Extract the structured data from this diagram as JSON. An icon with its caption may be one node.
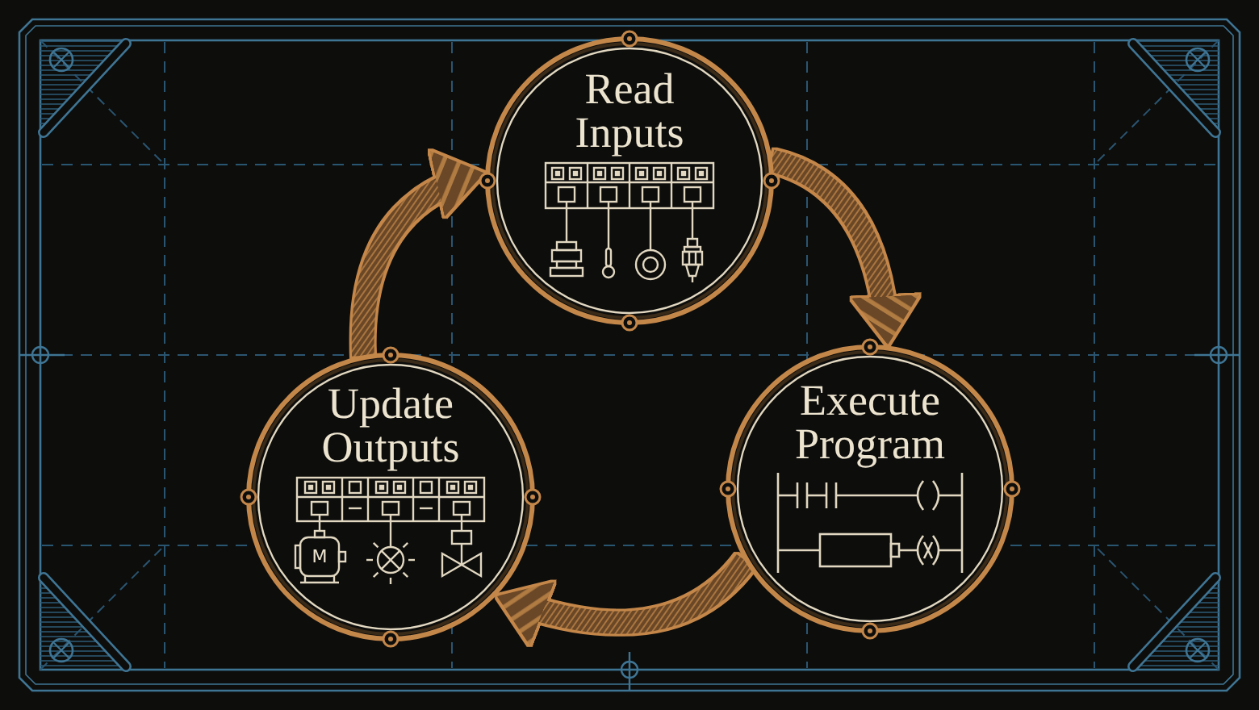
{
  "diagram": {
    "nodes": [
      {
        "text": [
          "Read Inputs"
        ]
      },
      {
        "text": [
          "Update Outputs"
        ]
      },
      {
        "text": [
          "Execute Program"
        ]
      }
    ],
    "edges": [
      {
        "from": 0,
        "to": 2,
        "arrow": "to"
      },
      {
        "from": 2,
        "to": 1,
        "arrow": "to"
      },
      {
        "from": 1,
        "to": 0,
        "arrow": "to"
      }
    ],
    "labels": [
      "M"
    ]
  }
}
